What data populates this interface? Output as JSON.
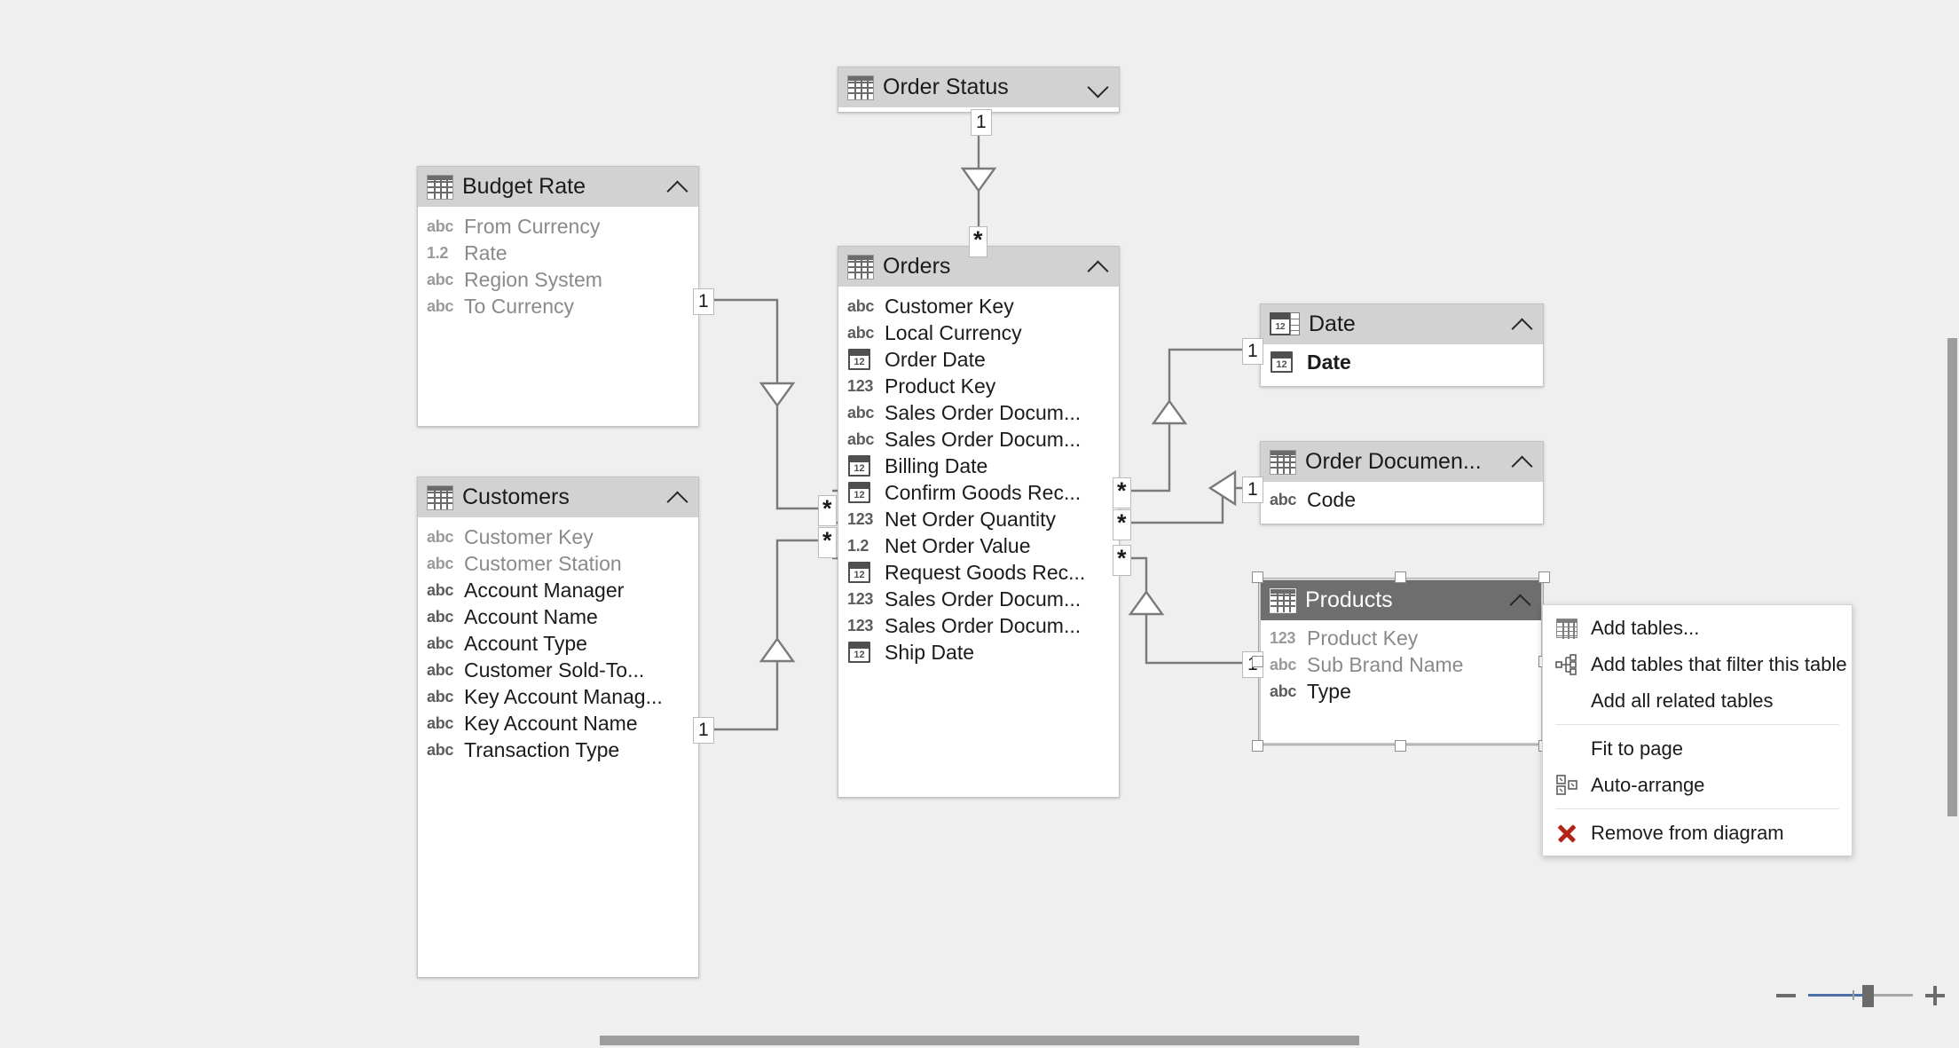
{
  "app": {
    "view": "model-diagram",
    "canvas_bg": "#efefef"
  },
  "tables": [
    {
      "id": "order-status",
      "name": "Order Status",
      "icon": "table-icon",
      "collapsed": true,
      "selected": false,
      "chevron": "chevron-down-icon",
      "fields": []
    },
    {
      "id": "budget-rate",
      "name": "Budget Rate",
      "icon": "table-icon",
      "collapsed": false,
      "selected": false,
      "chevron": "chevron-up-icon",
      "fields": [
        {
          "name": "From Currency",
          "type": "abc",
          "dim": true,
          "bold": false
        },
        {
          "name": "Rate",
          "type": "1.2",
          "dim": true,
          "bold": false
        },
        {
          "name": "Region System",
          "type": "abc",
          "dim": true,
          "bold": false
        },
        {
          "name": "To Currency",
          "type": "abc",
          "dim": true,
          "bold": false
        }
      ]
    },
    {
      "id": "customers",
      "name": "Customers",
      "icon": "table-icon",
      "collapsed": false,
      "selected": false,
      "chevron": "chevron-up-icon",
      "fields": [
        {
          "name": "Customer Key",
          "type": "abc",
          "dim": true,
          "bold": false
        },
        {
          "name": "Customer Station",
          "type": "abc",
          "dim": true,
          "bold": false
        },
        {
          "name": "Account Manager",
          "type": "abc",
          "dim": false,
          "bold": false
        },
        {
          "name": "Account Name",
          "type": "abc",
          "dim": false,
          "bold": false
        },
        {
          "name": "Account Type",
          "type": "abc",
          "dim": false,
          "bold": false
        },
        {
          "name": "Customer Sold-To...",
          "type": "abc",
          "dim": false,
          "bold": false
        },
        {
          "name": "Key Account Manag...",
          "type": "abc",
          "dim": false,
          "bold": false
        },
        {
          "name": "Key Account Name",
          "type": "abc",
          "dim": false,
          "bold": false
        },
        {
          "name": "Transaction Type",
          "type": "abc",
          "dim": false,
          "bold": false
        }
      ]
    },
    {
      "id": "orders",
      "name": "Orders",
      "icon": "table-icon",
      "collapsed": false,
      "selected": false,
      "chevron": "chevron-up-icon",
      "fields": [
        {
          "name": "Customer Key",
          "type": "abc",
          "dim": false,
          "bold": false
        },
        {
          "name": "Local Currency",
          "type": "abc",
          "dim": false,
          "bold": false
        },
        {
          "name": "Order Date",
          "type": "date",
          "dim": false,
          "bold": false
        },
        {
          "name": "Product Key",
          "type": "123",
          "dim": false,
          "bold": false
        },
        {
          "name": "Sales Order Docum...",
          "type": "abc",
          "dim": false,
          "bold": false
        },
        {
          "name": "Sales Order Docum...",
          "type": "abc",
          "dim": false,
          "bold": false
        },
        {
          "name": "Billing Date",
          "type": "date",
          "dim": false,
          "bold": false
        },
        {
          "name": "Confirm Goods Rec...",
          "type": "date",
          "dim": false,
          "bold": false
        },
        {
          "name": "Net Order Quantity",
          "type": "123",
          "dim": false,
          "bold": false
        },
        {
          "name": "Net Order Value",
          "type": "1.2",
          "dim": false,
          "bold": false
        },
        {
          "name": "Request Goods Rec...",
          "type": "date",
          "dim": false,
          "bold": false
        },
        {
          "name": "Sales Order Docum...",
          "type": "123",
          "dim": false,
          "bold": false
        },
        {
          "name": "Sales Order Docum...",
          "type": "123",
          "dim": false,
          "bold": false
        },
        {
          "name": "Ship Date",
          "type": "date",
          "dim": false,
          "bold": false
        }
      ]
    },
    {
      "id": "date",
      "name": "Date",
      "icon": "date-table-icon",
      "collapsed": false,
      "selected": false,
      "chevron": "chevron-up-icon",
      "fields": [
        {
          "name": "Date",
          "type": "date",
          "dim": false,
          "bold": true
        }
      ]
    },
    {
      "id": "order-document",
      "name": "Order Documen...",
      "icon": "table-icon",
      "collapsed": false,
      "selected": false,
      "chevron": "chevron-up-icon",
      "fields": [
        {
          "name": "Code",
          "type": "abc",
          "dim": false,
          "bold": false
        }
      ]
    },
    {
      "id": "products",
      "name": "Products",
      "icon": "table-icon",
      "collapsed": false,
      "selected": true,
      "chevron": "chevron-up-icon",
      "fields": [
        {
          "name": "Product Key",
          "type": "123",
          "dim": true,
          "bold": false
        },
        {
          "name": "Sub Brand Name",
          "type": "abc",
          "dim": true,
          "bold": false
        },
        {
          "name": "Type",
          "type": "abc",
          "dim": false,
          "bold": false
        }
      ]
    }
  ],
  "relationships": [
    {
      "id": "rel-orderstatus-orders",
      "from": "Order Status",
      "to": "Orders",
      "from_cardinality": "1",
      "to_cardinality": "*"
    },
    {
      "id": "rel-budgetrate-orders",
      "from": "Budget Rate",
      "to": "Orders",
      "from_cardinality": "1",
      "to_cardinality": "*"
    },
    {
      "id": "rel-customers-orders",
      "from": "Customers",
      "to": "Orders",
      "from_cardinality": "1",
      "to_cardinality": "*"
    },
    {
      "id": "rel-orders-date",
      "from": "Orders",
      "to": "Date",
      "from_cardinality": "*",
      "to_cardinality": "1"
    },
    {
      "id": "rel-orders-orderdoc",
      "from": "Orders",
      "to": "Order Document",
      "from_cardinality": "*",
      "to_cardinality": "1"
    },
    {
      "id": "rel-orders-products",
      "from": "Orders",
      "to": "Products",
      "from_cardinality": "*",
      "to_cardinality": "1"
    }
  ],
  "context_menu": {
    "items": [
      {
        "label": "Add tables...",
        "icon": "table-icon",
        "separator_after": false
      },
      {
        "label": "Add tables that filter this table",
        "icon": "filter-tree-icon",
        "separator_after": false
      },
      {
        "label": "Add all related tables",
        "icon": "none",
        "separator_after": true
      },
      {
        "label": "Fit to page",
        "icon": "none",
        "separator_after": false
      },
      {
        "label": "Auto-arrange",
        "icon": "auto-arrange-icon",
        "separator_after": true
      },
      {
        "label": "Remove from diagram",
        "icon": "remove-x-icon",
        "separator_after": false
      }
    ]
  },
  "zoom_control": {
    "minus_label": "−",
    "plus_label": "+",
    "fill_percent": 56
  }
}
